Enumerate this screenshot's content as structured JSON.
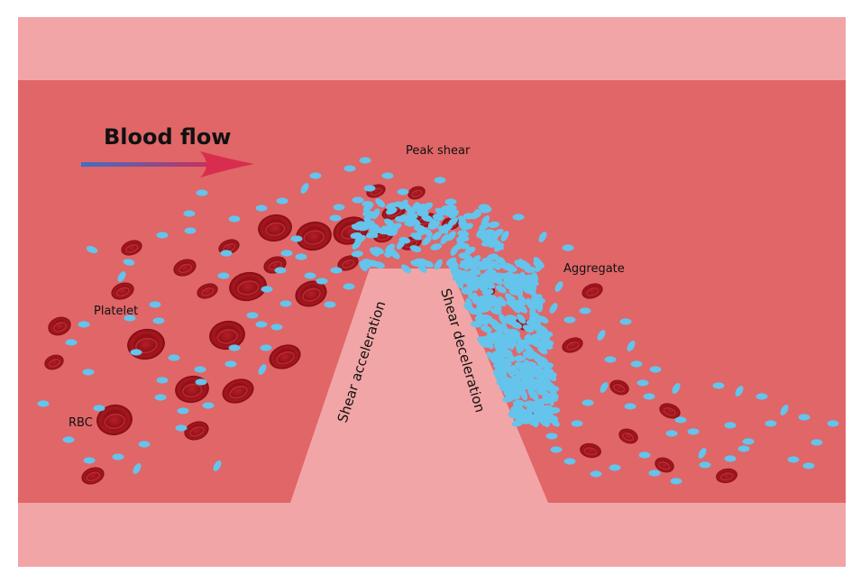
{
  "title": "Blood flow",
  "labels": {
    "peak_shear": "Peak shear",
    "aggregate": "Aggregate",
    "platelet": "Platelet",
    "rbc": "RBC",
    "shear_acceleration": "Shear acceleration",
    "shear_deceleration": "Shear deceleration"
  },
  "colors": {
    "vessel_wall": "#f2a5a6",
    "lumen": "#e06668",
    "stenosis": "#f2a5a6",
    "platelet": "#64c4ec",
    "rbc": "#a8151e",
    "rbc_highlight": "#c9353b",
    "arrow_start": "#3f6fc6",
    "arrow_end": "#e0244a"
  }
}
